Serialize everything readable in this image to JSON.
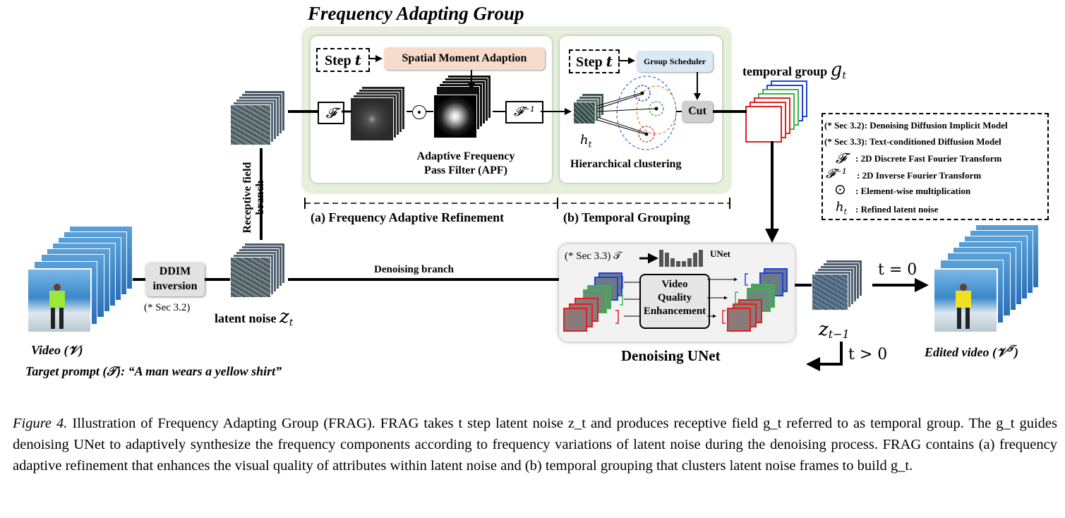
{
  "title": "Frequency Adapting Group",
  "step_a": "Step",
  "step_b": "Step",
  "step_var": "t",
  "spatial_moment": "Spatial Moment Adaption",
  "group_scheduler": "Group Scheduler",
  "fft_symbol": "𝓕",
  "ifft_symbol": "𝓕⁻¹",
  "apf_line1": "Adaptive Frequency",
  "apf_line2": "Pass Filter (APF)",
  "ht_label": "h",
  "ht_sub": "t",
  "hier": "Hierarchical clustering",
  "cut": "Cut",
  "temporal_group": "temporal group",
  "temporal_group_sym": "g",
  "sec_a": "(a) Frequency Adaptive Refinement",
  "sec_b": "(b) Temporal Grouping",
  "receptive": "Receptive field branch",
  "ddim1": "DDIM",
  "ddim2": "inversion",
  "sec32": "(* Sec 3.2)",
  "latent_noise": "latent noise",
  "zt": "z",
  "denoising_branch": "Denoising branch",
  "video_label": "Video (𝒱)",
  "target_prompt": "Target prompt (𝒯): “A man wears a yellow shirt”",
  "unet_prompt": "(* Sec 3.3) 𝒯",
  "unet_label": "UNet",
  "vqe1": "Video",
  "vqe2": "Quality",
  "vqe3": "Enhancement",
  "denoising_unet": "Denoising UNet",
  "zt1": "z",
  "zt1_sub": "t−1",
  "t_gt0": "t > 0",
  "t_eq0": "t = 0",
  "edited_video": "Edited video (𝒱",
  "edited_sup": "𝒯",
  "legend": [
    {
      "sym": "",
      "text": "(* Sec 3.2): Denoising Diffusion Implicit Model"
    },
    {
      "sym": "",
      "text": "(* Sec 3.3): Text-conditioned Diffusion Model"
    },
    {
      "sym": "𝓕",
      "text": ": 2D Discrete Fast Fourier Transform"
    },
    {
      "sym": "𝓕⁻¹",
      "text": ": 2D  Inverse Fourier Transform"
    },
    {
      "sym": "⊙",
      "text": ": Element-wise multiplication"
    },
    {
      "sym": "h",
      "sub": "t",
      "text": ": Refined latent noise"
    }
  ],
  "caption": {
    "fig": "Figure 4.",
    "text": " Illustration of Frequency Adapting Group (FRAG). FRAG takes t step latent noise z_t and produces receptive field g_t referred to as temporal group. The g_t guides denoising UNet to adaptively synthesize the frequency components according to frequency variations of latent noise during the denoising process. FRAG contains (a) frequency adaptive refinement that enhances the visual quality of attributes within latent noise and (b) temporal grouping that clusters latent noise frames to build g_t."
  },
  "colors": {
    "green_panel": "#e6f0da",
    "spatial_moment_bg": "#f8dccb",
    "group_scheduler_bg": "#dbe8f5",
    "cut_bg": "#cfcfcf",
    "group_red": "#e02020",
    "group_green": "#3cb44b",
    "group_blue": "#2040e0"
  }
}
